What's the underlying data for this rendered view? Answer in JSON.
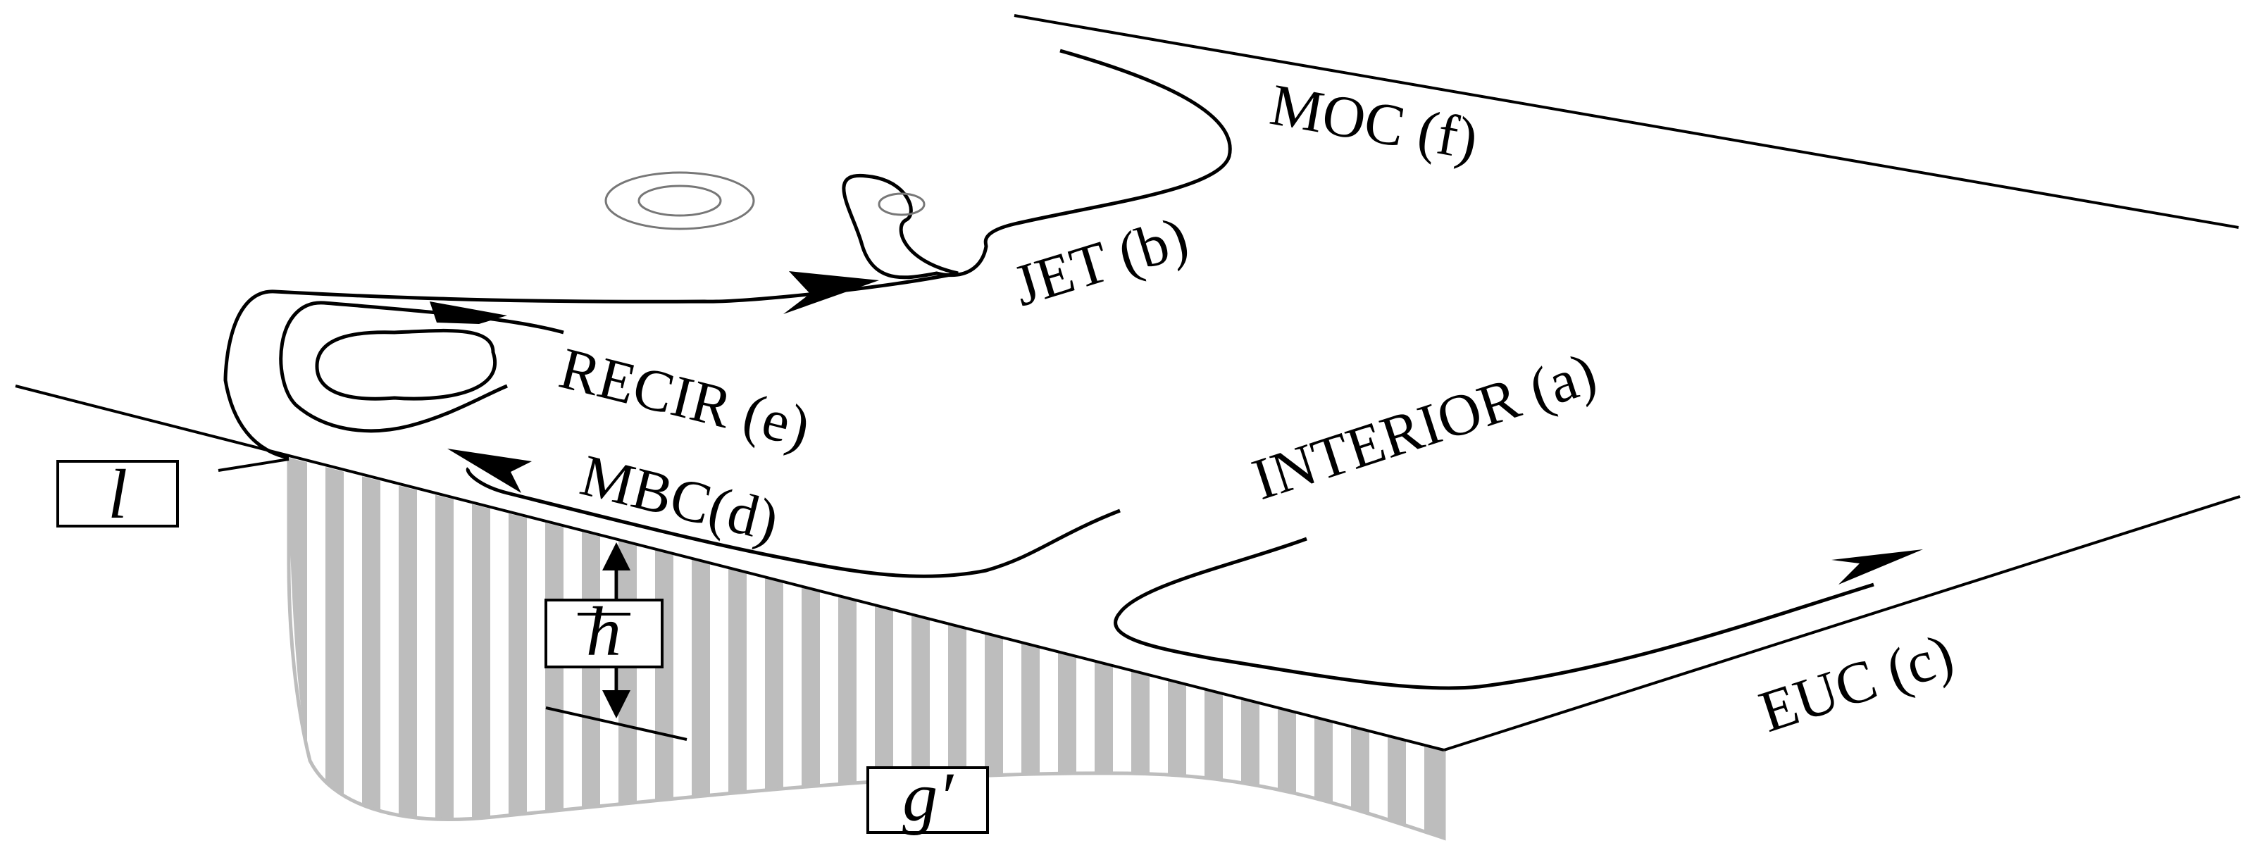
{
  "labels": {
    "moc": "MOC (f)",
    "jet": "JET (b)",
    "interior": "INTERIOR (a)",
    "recir": "RECIR (e)",
    "mbc": "MBC(d)",
    "euc": "EUC (c)"
  },
  "boxes": {
    "l": "l",
    "h": "h",
    "g": "g′"
  },
  "colors": {
    "line": "#000000",
    "stripe": "#bdbdbd",
    "eddy": "#777777",
    "background": "#ffffff"
  }
}
